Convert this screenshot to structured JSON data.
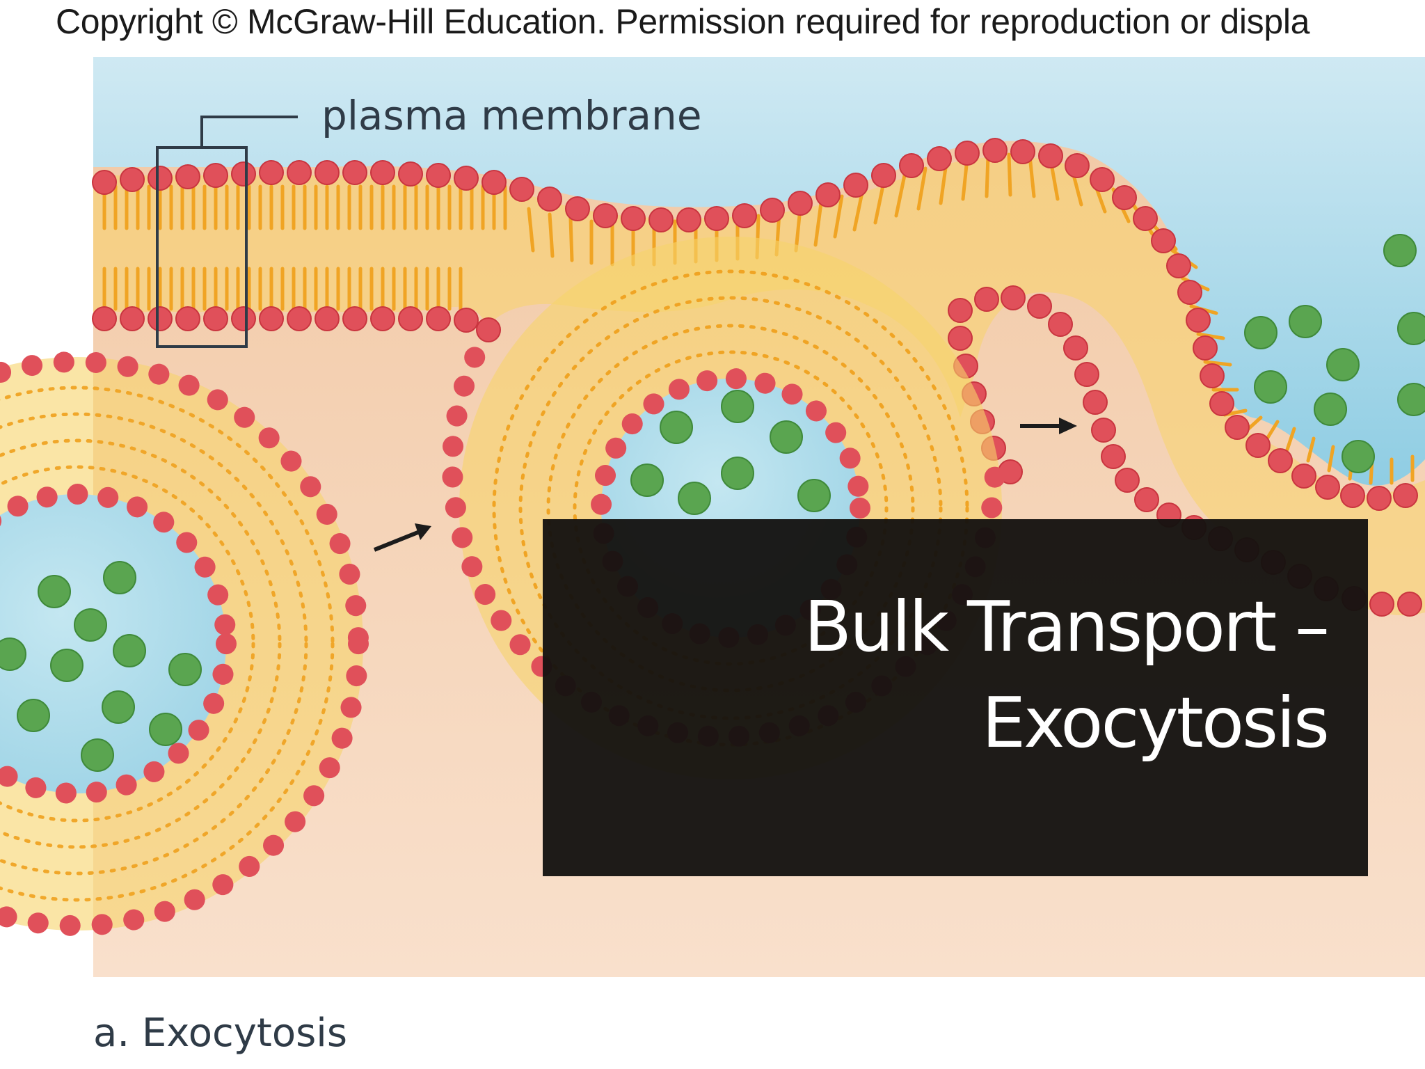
{
  "slide": {
    "copyright": "Copyright © McGraw-Hill Education. Permission required for reproduction or displa",
    "title_line1": "Bulk Transport –",
    "title_line2": "Exocytosis"
  },
  "diagram": {
    "label_membrane": "plasma membrane",
    "caption": "a. Exocytosis",
    "colors": {
      "extracellular": "#8fcde3",
      "cytoplasm": "#f7d3b4",
      "phospholipid_head": "#e0505a",
      "fatty_acid_tail": "#f0a424",
      "cargo": "#5aa550",
      "vesicle_lumen": "#a3d8e8"
    }
  }
}
